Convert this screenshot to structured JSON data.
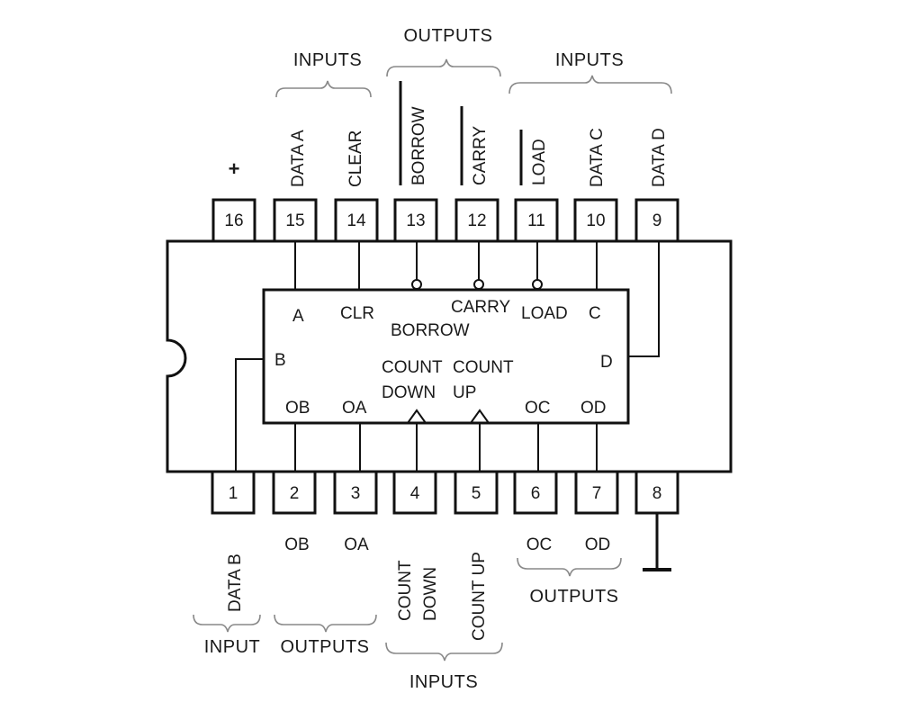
{
  "power_symbol": "+",
  "top_pins": [
    {
      "number": "16",
      "label": ""
    },
    {
      "number": "15",
      "label": "DATA A"
    },
    {
      "number": "14",
      "label": "CLEAR"
    },
    {
      "number": "13",
      "label": "BORROW",
      "overbar": true
    },
    {
      "number": "12",
      "label": "CARRY",
      "overbar": true
    },
    {
      "number": "11",
      "label": "LOAD",
      "overbar": true
    },
    {
      "number": "10",
      "label": "DATA C"
    },
    {
      "number": "9",
      "label": "DATA D"
    }
  ],
  "bottom_pins": [
    {
      "number": "1",
      "label": "DATA B"
    },
    {
      "number": "2",
      "label": "OB"
    },
    {
      "number": "3",
      "label": "OA"
    },
    {
      "number": "4",
      "label_line1": "COUNT",
      "label_line2": "DOWN"
    },
    {
      "number": "5",
      "label": "COUNT UP"
    },
    {
      "number": "6",
      "label": "OC"
    },
    {
      "number": "7",
      "label": "OD"
    },
    {
      "number": "8",
      "label": ""
    }
  ],
  "top_groups": {
    "inputs_left": "INPUTS",
    "outputs": "OUTPUTS",
    "inputs_right": "INPUTS"
  },
  "bottom_groups": {
    "input": "INPUT",
    "outputs_left": "OUTPUTS",
    "inputs": "INPUTS",
    "outputs_right": "OUTPUTS"
  },
  "internal": {
    "a": "A",
    "clr": "CLR",
    "carry": "CARRY",
    "borrow": "BORROW",
    "load": "LOAD",
    "c": "C",
    "b": "B",
    "d": "D",
    "count_down_1": "COUNT",
    "count_down_2": "DOWN",
    "count_up_1": "COUNT",
    "count_up_2": "UP",
    "qb": "OB",
    "qa": "OA",
    "qc": "OC",
    "qd": "OD"
  }
}
